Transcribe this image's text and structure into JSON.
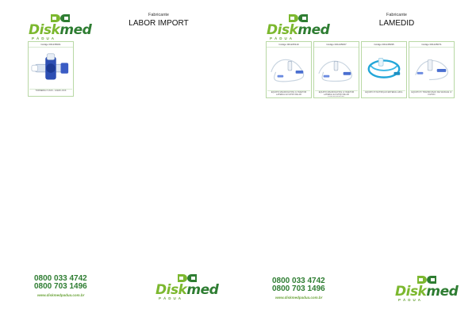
{
  "brand": {
    "logo_text_a": "Disk",
    "logo_text_b": "med",
    "logo_sub": "PÁDUA",
    "colors": {
      "light_green": "#7cb82f",
      "dark_green": "#2e7d32"
    }
  },
  "left_page": {
    "maker_label": "Fabricante",
    "maker_name": "LABOR IMPORT",
    "products": [
      {
        "code": "Código 001235001",
        "desc": "TORNEIRA 3 VIAS - LUER LOCK",
        "image": "stopcock-image"
      }
    ],
    "footer": {
      "phone1": "0800 033 4742",
      "phone2": "0800 703 1496",
      "site": "www.diskmedpadua.com.br"
    }
  },
  "right_page": {
    "maker_label": "Fabricante",
    "maker_name": "LAMEDID",
    "products": [
      {
        "code": "Código 001245119",
        "desc": "EQUIPO MACROGOTAS C/ INJETOR LATERAL E FILTRO DE AR",
        "image": "infusion-set-image"
      },
      {
        "code": "Código 001245067",
        "desc": "EQUIPO MACROGOTAS C/ INJETOR LATERAL E FILTRO DE AR FOTOSSENSÍVEL",
        "image": "infusion-set-image"
      },
      {
        "code": "Código 001245095",
        "desc": "EQUIPO P/ NUTRIÇÃO ENTERAL AZUL",
        "image": "enteral-set-image"
      },
      {
        "code": "Código 001245071",
        "desc": "EQUIPO P/ TRANSFUSÃO DE SANGUE C/ FILTRO",
        "image": "infusion-set-image"
      }
    ],
    "footer": {
      "phone1": "0800 033 4742",
      "phone2": "0800 703 1496",
      "site": "www.diskmedpadua.com.br"
    }
  }
}
